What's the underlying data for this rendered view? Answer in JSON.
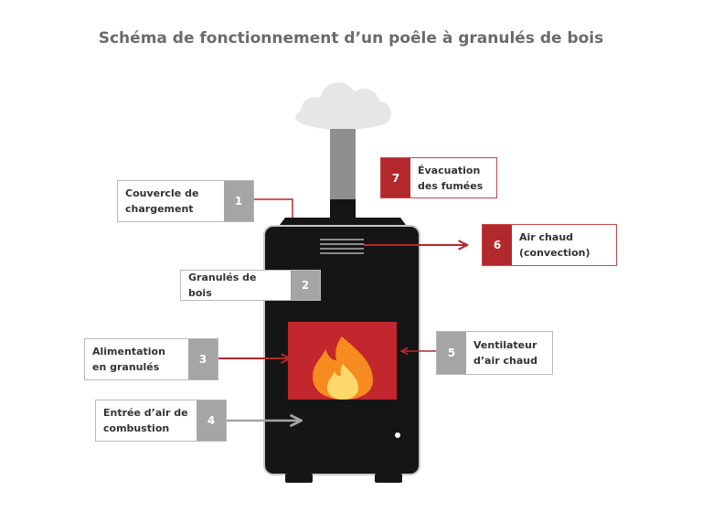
{
  "title": "Schéma de fonctionnement d’un poêle à granulés de bois",
  "colors": {
    "accent_red": "#b3282d",
    "gray_box": "#a5a5a5",
    "stove_body": "#151515",
    "fire_box": "#c1272d"
  },
  "callouts": [
    {
      "id": "1",
      "number": "1",
      "label": "Couvercle de\nchargement"
    },
    {
      "id": "2",
      "number": "2",
      "label": "Granulés de bois"
    },
    {
      "id": "3",
      "number": "3",
      "label": "Alimentation\nen granulés"
    },
    {
      "id": "4",
      "number": "4",
      "label": "Entrée d’air de\ncombustion"
    },
    {
      "id": "5",
      "number": "5",
      "label": "Ventilateur\nd’air chaud"
    },
    {
      "id": "6",
      "number": "6",
      "label": "Air chaud\n(convection)"
    },
    {
      "id": "7",
      "number": "7",
      "label": "Évacuation\ndes fumées"
    }
  ]
}
